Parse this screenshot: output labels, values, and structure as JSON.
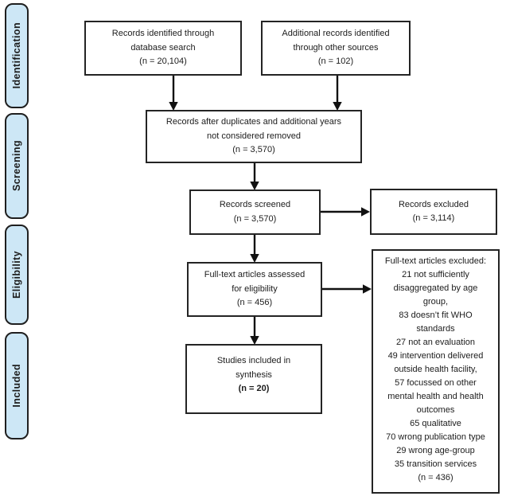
{
  "stages": [
    {
      "label": "Identification"
    },
    {
      "label": "Screening"
    },
    {
      "label": "Eligibility"
    },
    {
      "label": "Included"
    }
  ],
  "boxes": {
    "db_search": "Records identified through\ndatabase search\n(n =  20,104)",
    "other_sources": "Additional records identified\nthrough other sources\n(n =  102)",
    "dedup": "Records after duplicates and additional years\nnot considered removed\n(n =  3,570)",
    "screened": "Records screened\n(n =  3,570)",
    "records_excluded": "Records excluded\n(n =  3,114)",
    "fulltext_assessed": "Full-text articles assessed\nfor eligibility\n(n = 456)",
    "fulltext_excluded": "Full-text articles excluded:\n21 not sufficiently\ndisaggregated by age\ngroup,\n83 doesn’t fit WHO\nstandards\n27 not an evaluation\n49 intervention delivered\noutside health facility,\n57 focussed on other\nmental health and health\noutcomes\n65 qualitative\n70 wrong publication type\n29 wrong age-group\n35 transition services\n(n =  436)",
    "included_main": "Studies included in\nsynthesis",
    "included_n": "(n =  20)"
  },
  "colors": {
    "stage_fill": "#cde7f6",
    "line": "#111111"
  }
}
